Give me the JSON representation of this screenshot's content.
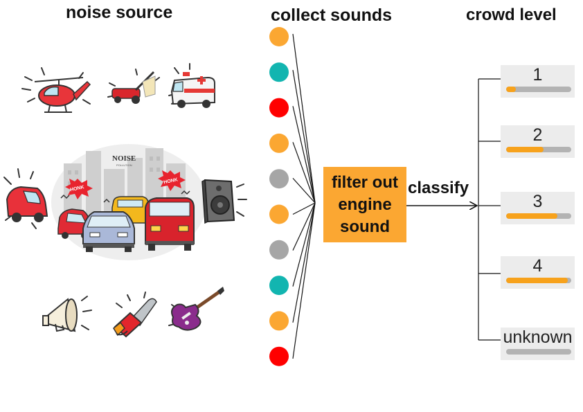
{
  "headings": {
    "noise_source": "noise source",
    "collect_sounds": "collect sounds",
    "crowd_level": "crowd level"
  },
  "noise_sources": [
    {
      "icon": "helicopter-icon"
    },
    {
      "icon": "lawn-mower-icon"
    },
    {
      "icon": "ambulance-icon"
    },
    {
      "icon": "small-car-icon"
    },
    {
      "icon": "traffic-jam-illustration",
      "badges": [
        "NOISE",
        "POLLUTION",
        "HONK",
        "HONK"
      ]
    },
    {
      "icon": "speaker-icon"
    },
    {
      "icon": "megaphone-icon"
    },
    {
      "icon": "chainsaw-icon"
    },
    {
      "icon": "electric-guitar-icon"
    }
  ],
  "collected_sounds": [
    {
      "color": "#fba732"
    },
    {
      "color": "#12b5b0"
    },
    {
      "color": "#ff0000"
    },
    {
      "color": "#fba732"
    },
    {
      "color": "#a6a6a6"
    },
    {
      "color": "#fba732"
    },
    {
      "color": "#a6a6a6"
    },
    {
      "color": "#12b5b0"
    },
    {
      "color": "#fba732"
    },
    {
      "color": "#ff0000"
    }
  ],
  "filter": {
    "lines": [
      "filter out",
      "engine",
      "sound"
    ],
    "color": "#fba732"
  },
  "classify_label": "classify",
  "crowd_levels": [
    {
      "label": "1",
      "fill": 0.15
    },
    {
      "label": "2",
      "fill": 0.57
    },
    {
      "label": "3",
      "fill": 0.79
    },
    {
      "label": "4",
      "fill": 0.95
    },
    {
      "label": "unknown",
      "fill": 0
    }
  ],
  "colors": {
    "orange": "#fba732",
    "teal": "#12b5b0",
    "red": "#ff0000",
    "gray": "#a6a6a6",
    "bar_track": "#b3b3b3",
    "panel": "#ececec"
  }
}
